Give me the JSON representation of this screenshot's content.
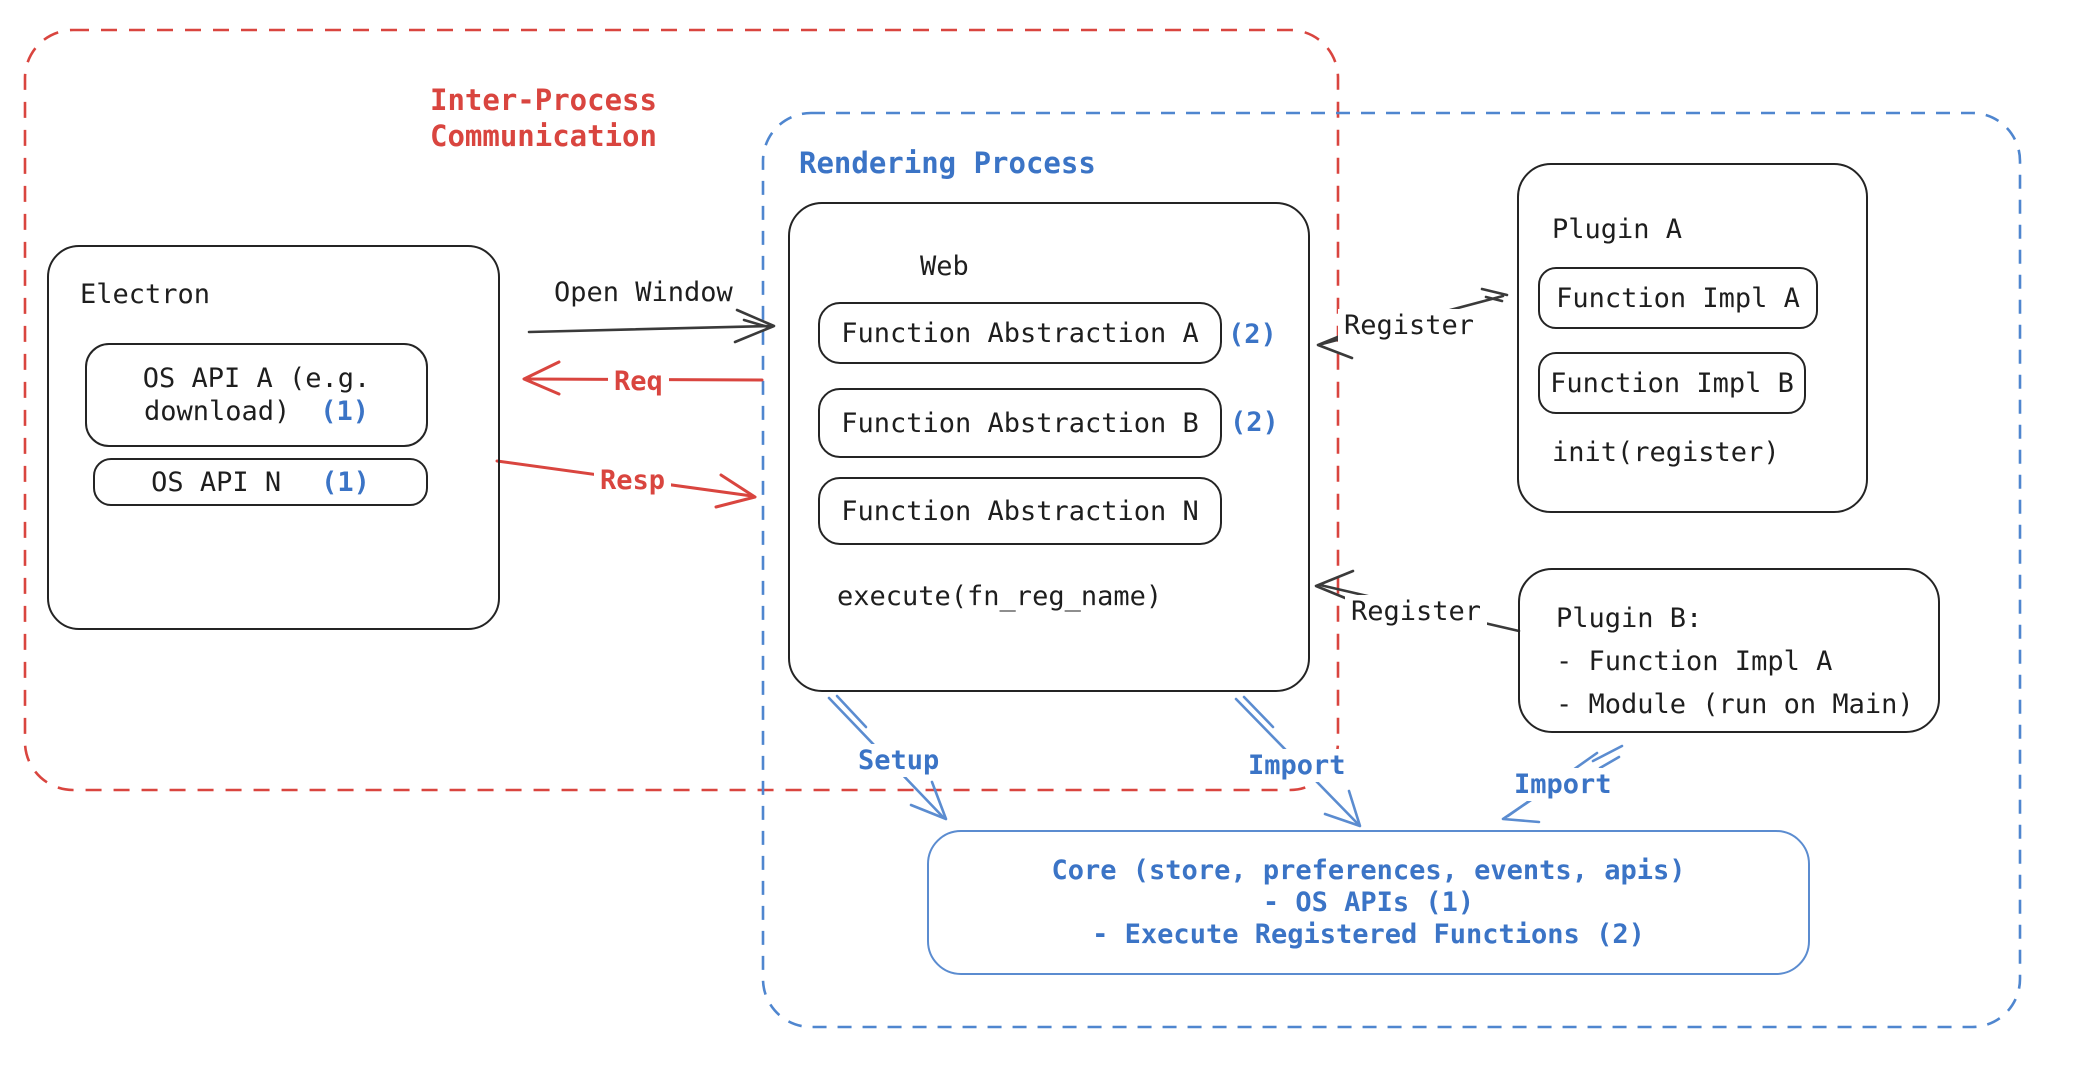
{
  "diagram": {
    "colors": {
      "red": "#d9453f",
      "blue": "#3b74c6",
      "blue_light": "#5b8cd0",
      "black": "#1e1e1e",
      "background": "#ffffff"
    },
    "ipc_region": {
      "label_line1": "Inter-Process",
      "label_line2": "Communication"
    },
    "rendering_region": {
      "label": "Rendering Process"
    },
    "electron": {
      "title": "Electron",
      "os_api_a": {
        "line1": "OS API A (e.g.",
        "line2": "download)",
        "badge": "(1)"
      },
      "os_api_n": {
        "label": "OS API N",
        "badge": "(1)"
      }
    },
    "web": {
      "title": "Web",
      "items": [
        {
          "label": "Function Abstraction A",
          "badge": "(2)"
        },
        {
          "label": "Function Abstraction B",
          "badge": "(2)"
        },
        {
          "label": "Function Abstraction N",
          "badge": ""
        }
      ],
      "footer": "execute(fn_reg_name)"
    },
    "plugin_a": {
      "title": "Plugin A",
      "impl_a": "Function Impl A",
      "impl_b": "Function Impl B",
      "footer": "init(register)"
    },
    "plugin_b": {
      "title": "Plugin B:",
      "line1": "- Function Impl A",
      "line2": "- Module (run on Main)"
    },
    "core": {
      "line1": "Core (store, preferences, events, apis)",
      "line2": "- OS APIs (1)",
      "line3": "- Execute Registered Functions (2)"
    },
    "arrows": {
      "open_window": "Open Window",
      "req": "Req",
      "resp": "Resp",
      "register_top": "Register",
      "register_bottom": "Register",
      "setup": "Setup",
      "import_web": "Import",
      "import_plugin": "Import"
    }
  }
}
